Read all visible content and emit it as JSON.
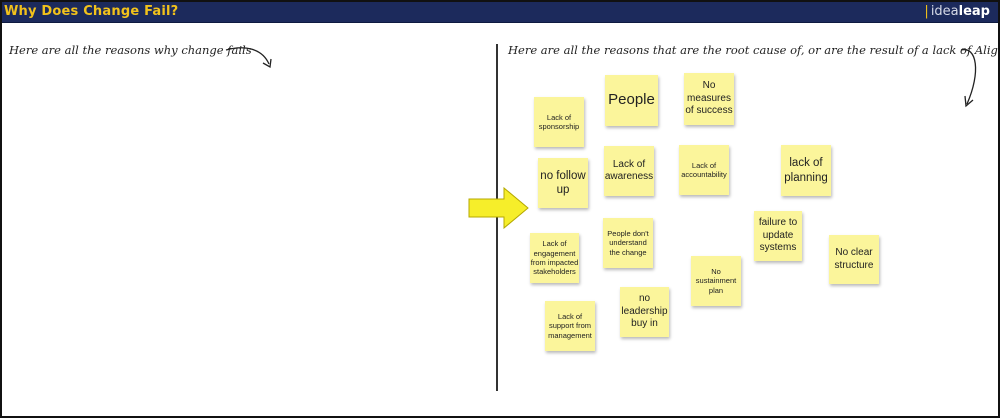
{
  "header": {
    "title": "Why Does Change Fail?",
    "brand_prefix": "|",
    "brand_idea": "idea",
    "brand_leap": "leap"
  },
  "left_panel": {
    "caption": "Here are all the reasons why change fails"
  },
  "right_panel": {
    "caption": "Here are all the reasons that are the root cause of, or are the result of a lack of Alignment"
  },
  "colors": {
    "header_bg": "#1c2a5c",
    "title_text": "#f2c21b",
    "sticky": "#fbf59b",
    "arrow": "#f6ee2a"
  },
  "stickies": [
    {
      "text": "Lack of sponsorship"
    },
    {
      "text": "People"
    },
    {
      "text": "No measures of success"
    },
    {
      "text": "no follow up"
    },
    {
      "text": "Lack of awareness"
    },
    {
      "text": "Lack of accountability"
    },
    {
      "text": "lack of planning"
    },
    {
      "text": "failure to update systems"
    },
    {
      "text": "Lack of engagement from impacted stakeholders"
    },
    {
      "text": "People don't understand the change"
    },
    {
      "text": "No clear structure"
    },
    {
      "text": "No sustainment plan"
    },
    {
      "text": "Lack of support from management"
    },
    {
      "text": "no leadership buy in"
    }
  ],
  "icons": {
    "left_curved_arrow": "curved-arrow-icon",
    "right_curved_arrow": "curved-arrow-icon",
    "big_arrow": "arrow-right-icon"
  }
}
